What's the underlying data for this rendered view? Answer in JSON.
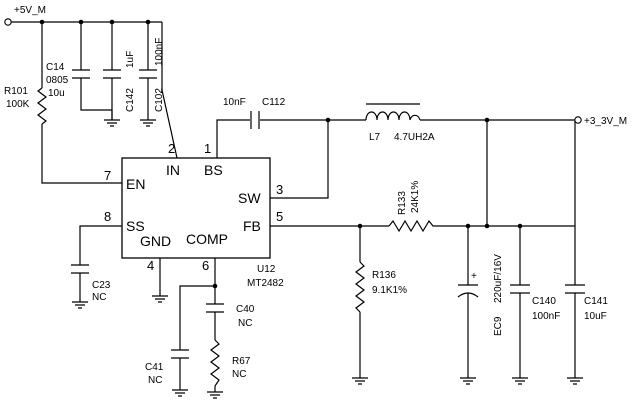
{
  "nets": {
    "vin": "+5V_M",
    "vout": "+3_3V_M"
  },
  "ic": {
    "ref": "U12",
    "part": "MT2482",
    "pins": [
      {
        "name": "IN",
        "num": "2"
      },
      {
        "name": "BS",
        "num": "1"
      },
      {
        "name": "EN",
        "num": "7"
      },
      {
        "name": "SW",
        "num": "3"
      },
      {
        "name": "SS",
        "num": "8"
      },
      {
        "name": "FB",
        "num": "5"
      },
      {
        "name": "GND",
        "num": "4"
      },
      {
        "name": "COMP",
        "num": "6"
      }
    ]
  },
  "components": {
    "r101": {
      "ref": "R101",
      "value": "100K"
    },
    "c14": {
      "ref": "C14",
      "pkg": "0805",
      "value": "10u"
    },
    "c142": {
      "ref": "C142",
      "value": "1uF"
    },
    "c102": {
      "ref": "C102",
      "value": "100nF"
    },
    "c112": {
      "ref": "C112",
      "value": "10nF"
    },
    "l7": {
      "ref": "L7",
      "value": "4.7UH2A"
    },
    "r133": {
      "ref": "R133",
      "value": "24K1%"
    },
    "r136": {
      "ref": "R136",
      "value": "9.1K1%"
    },
    "c23": {
      "ref": "C23",
      "value": "NC"
    },
    "c40": {
      "ref": "C40",
      "value": "NC"
    },
    "c41": {
      "ref": "C41",
      "value": "NC"
    },
    "r67": {
      "ref": "R67",
      "value": "NC"
    },
    "ec9": {
      "ref": "EC9",
      "value": "220uF/16V",
      "polarity": "+"
    },
    "c140": {
      "ref": "C140",
      "value": "100nF"
    },
    "c141": {
      "ref": "C141",
      "value": "10uF"
    }
  }
}
